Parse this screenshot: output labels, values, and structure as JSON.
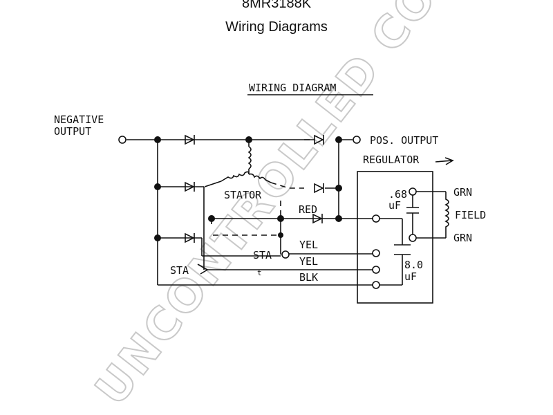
{
  "header": {
    "title": "8MR3188K",
    "subtitle": "Wiring Diagrams"
  },
  "diagram": {
    "heading": "WIRING DIAGRAM",
    "labels": {
      "negative_output_1": "NEGATIVE",
      "negative_output_2": "OUTPUT",
      "pos_output": "POS. OUTPUT",
      "regulator": "REGULATOR",
      "stator": "STATOR",
      "red": "RED",
      "yel_1": "YEL",
      "yel_2": "YEL",
      "blk": "BLK",
      "sta_1": "STA",
      "sta_2": "STA",
      "grn_1": "GRN",
      "grn_2": "GRN",
      "field": "FIELD",
      "cap1_value": ".68",
      "cap1_unit": "uF",
      "cap2_value": "8.0",
      "cap2_unit": "uF",
      "tick": "t"
    }
  },
  "watermark": "UNCONTROLLED COPY",
  "colors": {
    "ink": "#111111",
    "watermark": "#c9c9c9"
  }
}
